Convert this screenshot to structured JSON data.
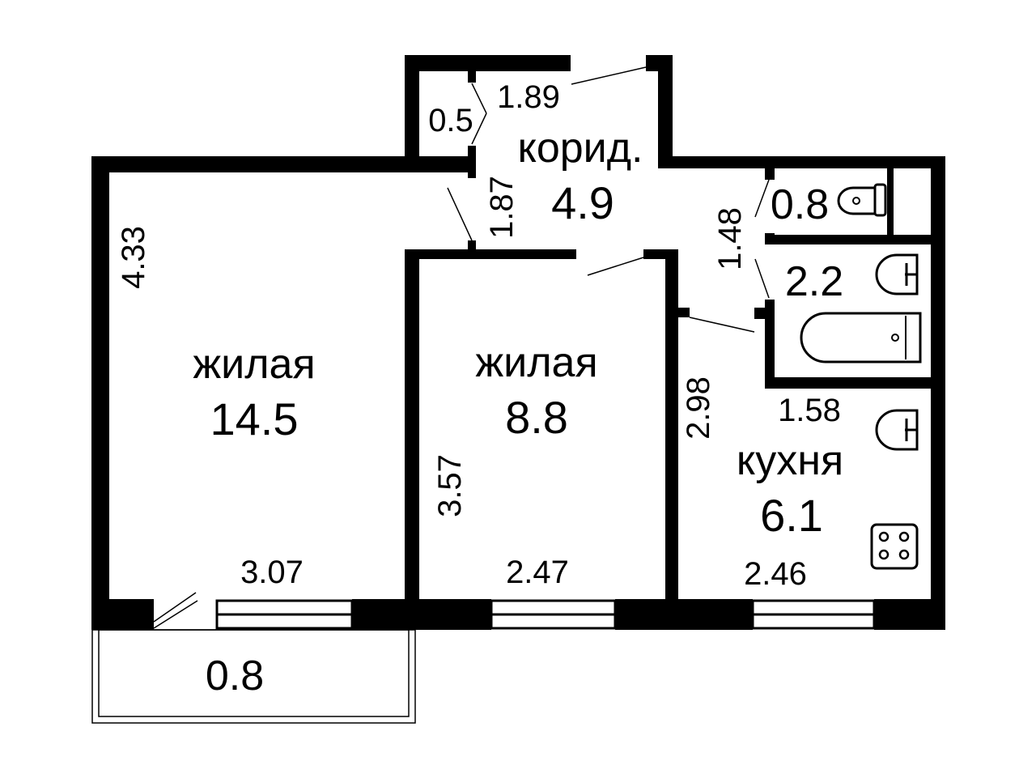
{
  "rooms": {
    "living_large": {
      "name": "жилая",
      "area": "14.5"
    },
    "living_small": {
      "name": "жилая",
      "area": "8.8"
    },
    "corridor": {
      "name": "корид.",
      "area": "4.9"
    },
    "kitchen": {
      "name": "кухня",
      "area": "6.1"
    },
    "toilet": {
      "area": "0.8"
    },
    "bathroom": {
      "area": "2.2"
    },
    "balcony": {
      "area": "0.8"
    },
    "closet": {
      "area": "0.5"
    }
  },
  "dimensions": {
    "corridor_top": "1.89",
    "corridor_left": "1.87",
    "corridor_right": "1.48",
    "living_large_height": "4.33",
    "living_large_width": "3.07",
    "living_small_height": "3.57",
    "living_small_width": "2.47",
    "kitchen_height": "2.98",
    "kitchen_top": "1.58",
    "kitchen_width": "2.46"
  },
  "icons": [
    "toilet-icon",
    "sink-icon",
    "bathtub-icon",
    "kitchen-sink-icon",
    "stove-icon"
  ]
}
